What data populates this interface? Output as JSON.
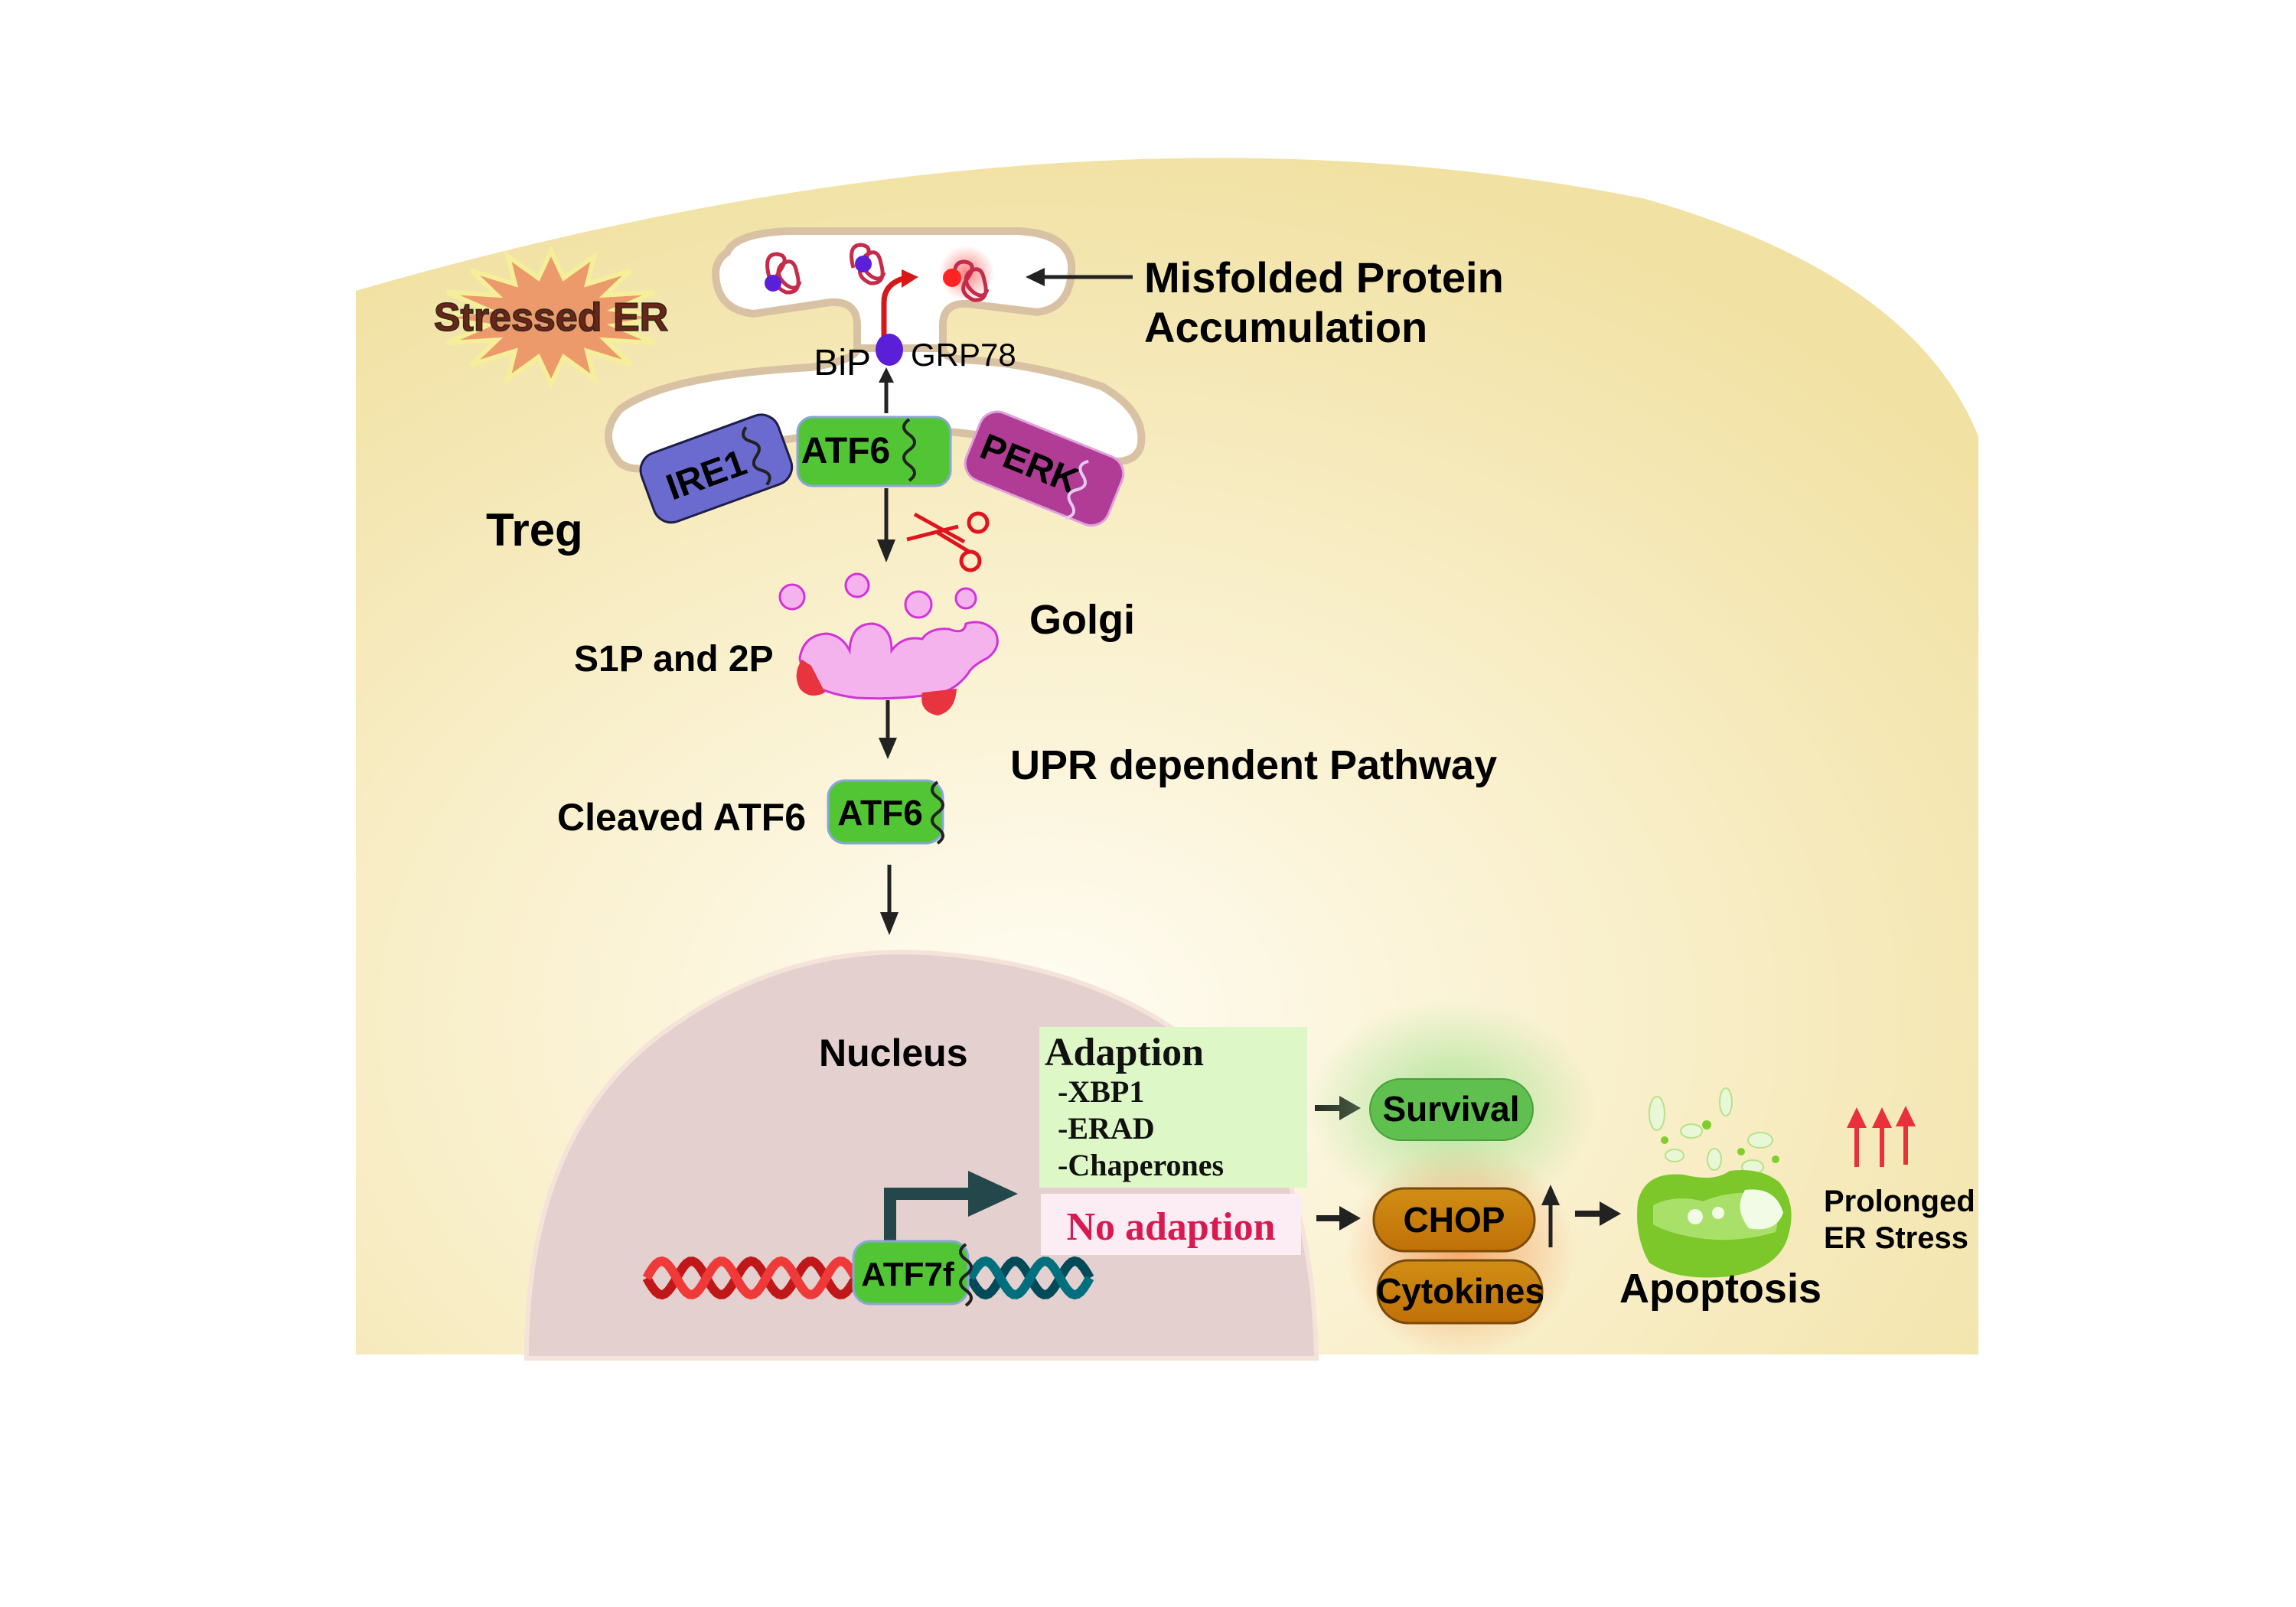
{
  "title": "ATF6-mediated UPR pathway in Treg cells",
  "labels": {
    "stressed_er": "Stressed ER",
    "misfolded_line1": "Misfolded Protein",
    "misfolded_line2": "Accumulation",
    "bip": "BiP",
    "grp78": "GRP78",
    "treg": "Treg",
    "golgi": "Golgi",
    "s1p_2p": "S1P and 2P",
    "upr_pathway": "UPR dependent Pathway",
    "cleaved_atf6": "Cleaved ATF6",
    "nucleus": "Nucleus",
    "apoptosis": "Apoptosis",
    "prolonged_line1": "Prolonged",
    "prolonged_line2": "ER Stress"
  },
  "receptors": {
    "ire1": "IRE1",
    "atf6": "ATF6",
    "perk": "PERK",
    "atf6_cleaved": "ATF6",
    "atf7f": "ATF7f"
  },
  "adaption": {
    "title": "Adaption",
    "items": [
      "-XBP1",
      "-ERAD",
      "-Chaperones"
    ]
  },
  "no_adaption": "No adaption",
  "outcomes": {
    "survival": "Survival",
    "chop": "CHOP",
    "cytokines": "Cytokines"
  },
  "colors": {
    "cytoplasm": "#f2e4a8",
    "nucleus": "#e3d0cf",
    "atf6_green": "#52c535",
    "ire1_blue": "#6b6bcf",
    "perk_magenta": "#b03c95",
    "bip_purple": "#5a1fd6",
    "chop_orange": "#c8800e",
    "survival_green": "#5fbf4f",
    "no_adaption_text": "#d81a52",
    "stress_arrow_red": "#e8313a",
    "golgi_pink": "#f5b3ee"
  }
}
